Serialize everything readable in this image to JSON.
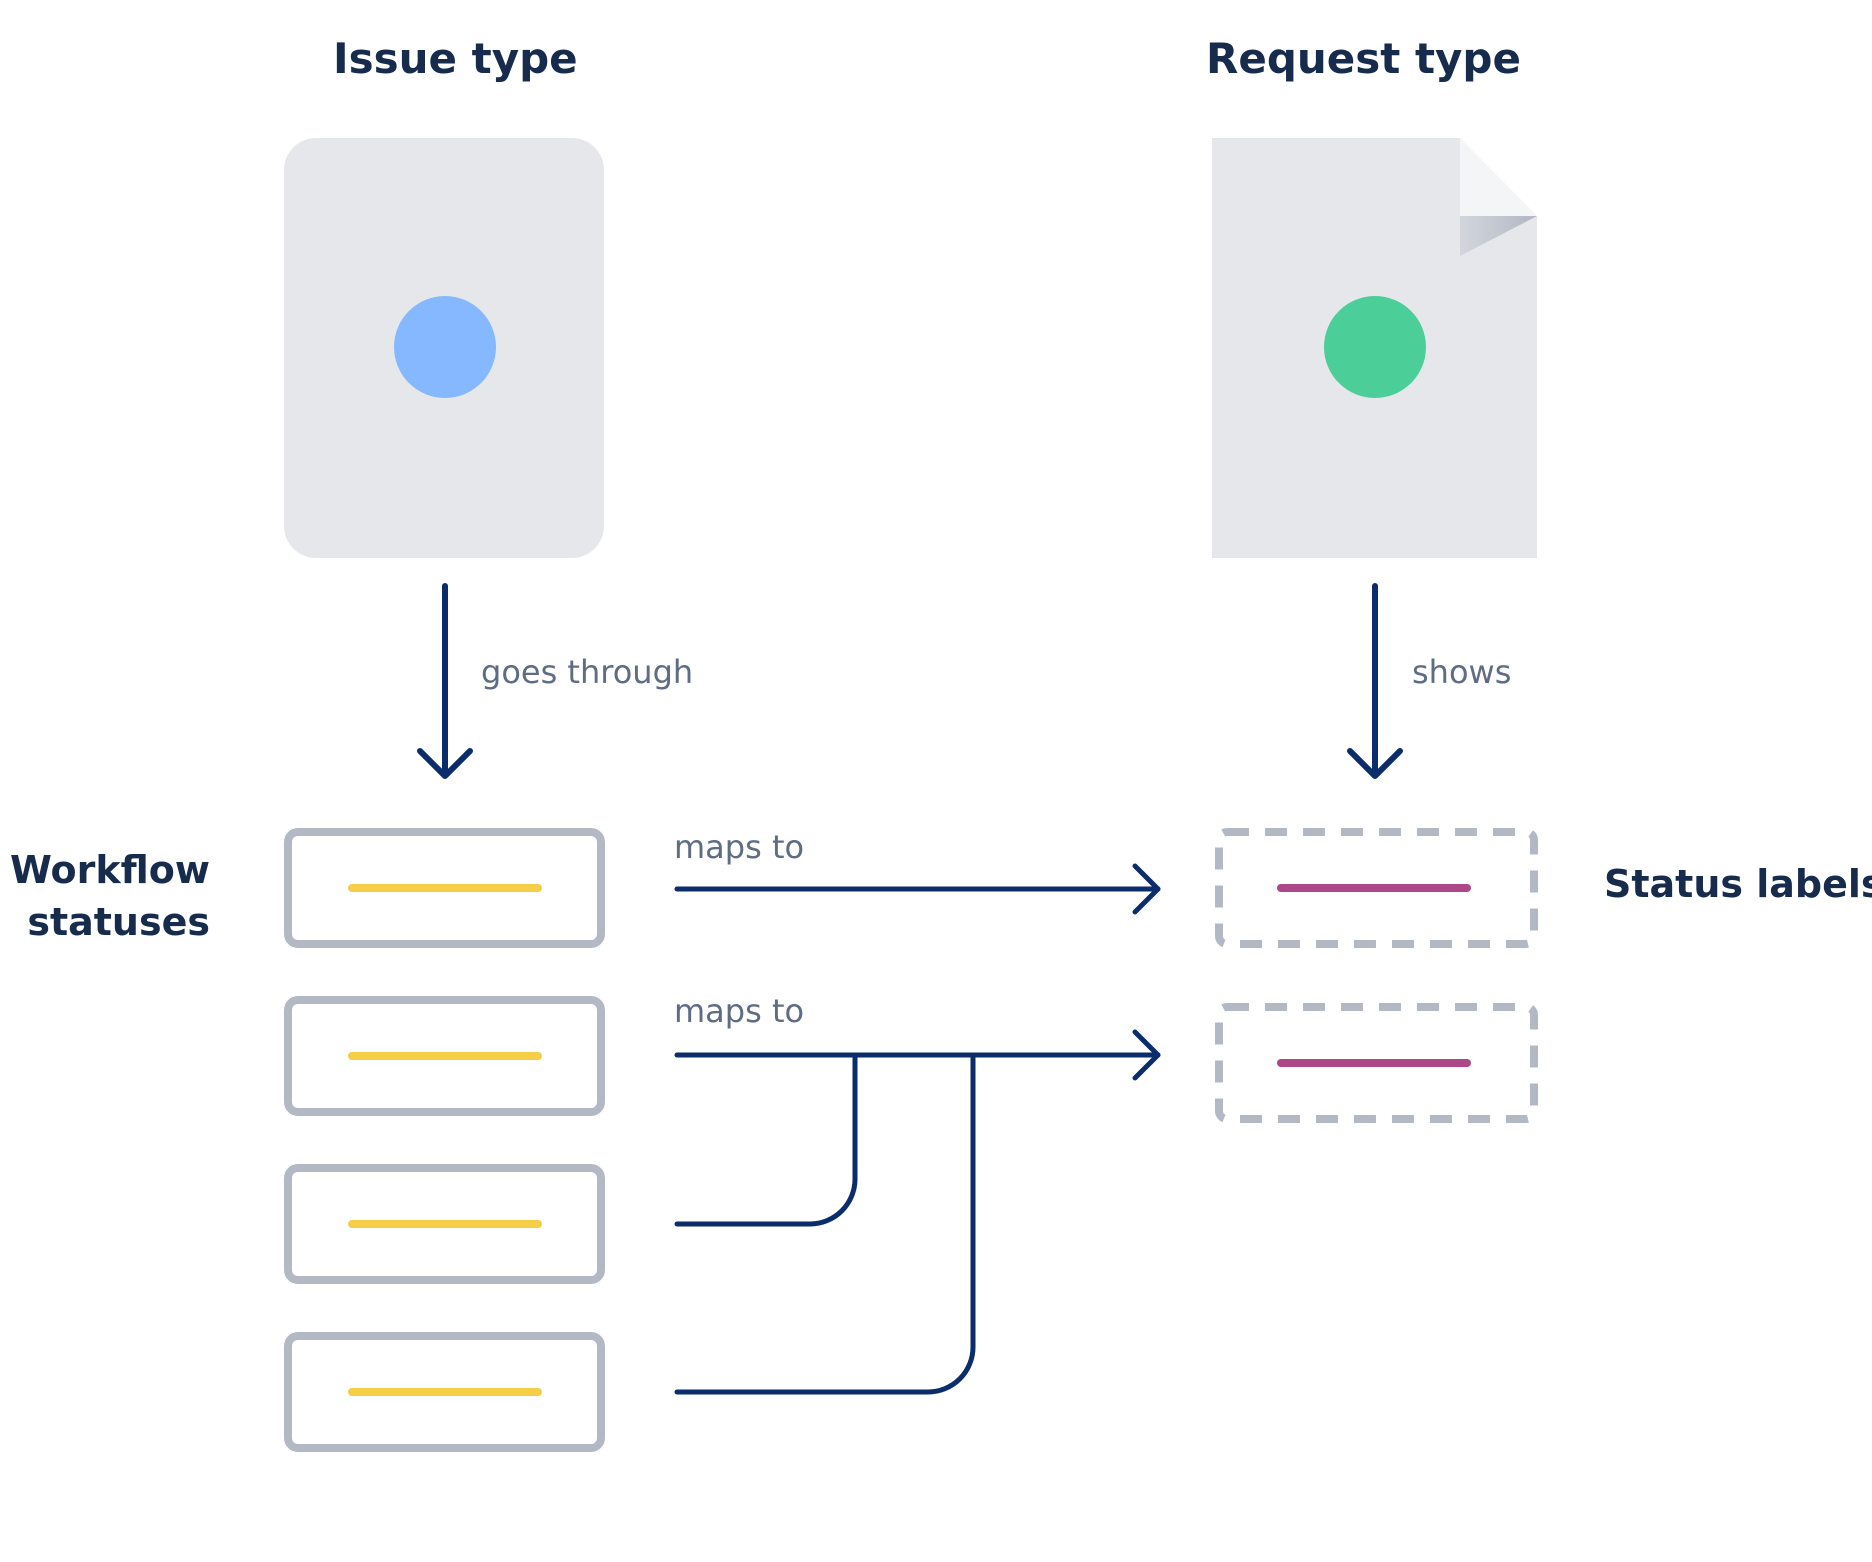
{
  "titles": {
    "issue_type": "Issue type",
    "request_type": "Request type"
  },
  "labels": {
    "workflow_line1": "Workflow",
    "workflow_line2": "statuses",
    "status_labels": "Status labels"
  },
  "edges": {
    "goes_through": "goes through",
    "shows": "shows",
    "maps_to_1": "maps to",
    "maps_to_2": "maps to"
  },
  "colors": {
    "text_dark": "#172B4D",
    "text_muted": "#5E6C84",
    "arrow": "#0B2D6B",
    "card_fill": "#E6E7EB",
    "box_border": "#B3B9C4",
    "issue_dot": "#85B8FF",
    "request_dot": "#4BCE97",
    "workflow_bar": "#F5CD47",
    "status_bar": "#AE4787"
  },
  "icons": {
    "issue_card": "issue-type-card-icon",
    "request_card": "request-type-document-icon"
  }
}
